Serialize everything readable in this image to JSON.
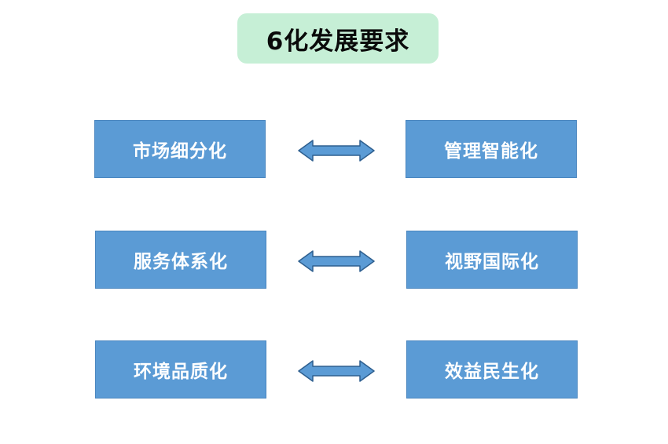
{
  "title": "6化发展要求",
  "colors": {
    "title_bg": "#c6efd6",
    "box_bg": "#5b9bd5",
    "arrow_fill": "#5b9bd5",
    "arrow_stroke": "#2e5f8f"
  },
  "rows": [
    {
      "left": "市场细分化",
      "right": "管理智能化",
      "connector": "double-arrow"
    },
    {
      "left": "服务体系化",
      "right": "视野国际化",
      "connector": "double-arrow"
    },
    {
      "left": "环境品质化",
      "right": "效益民生化",
      "connector": "double-arrow"
    }
  ]
}
